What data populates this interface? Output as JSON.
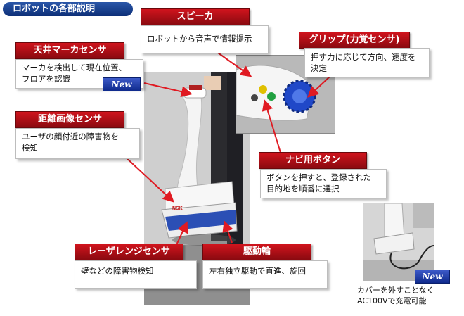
{
  "page_title": "ロボットの各部説明",
  "callouts": {
    "speaker": {
      "header": "スピーカ",
      "body": "ロボットから音声で情報提示"
    },
    "grip": {
      "header": "グリップ(力覚センサ)",
      "body_line1": "押す力に応じて方向、速度を",
      "body_line2": "決定"
    },
    "ceiling": {
      "header": "天井マーカセンサ",
      "body_line1": "マーカを検出して現在位置、",
      "body_line2": "フロアを認識",
      "badge": "New"
    },
    "distance": {
      "header": "距離画像センサ",
      "body_line1": "ユーザの顔付近の障害物を",
      "body_line2": "検知"
    },
    "navi": {
      "header": "ナビ用ボタン",
      "body_line1": "ボタンを押すと、登録された",
      "body_line2": "目的地を順番に選択"
    },
    "laser": {
      "header": "レーザレンジセンサ",
      "body": "壁などの障害物検知"
    },
    "drive": {
      "header": "駆動輪",
      "body": "左右独立駆動で直進、旋回"
    }
  },
  "charging": {
    "badge": "New",
    "caption_line1": "カバーを外すことなく",
    "caption_line2": "AC100Vで充電可能"
  },
  "robot_logo": "NSK",
  "colors": {
    "header_red": "#c0121b",
    "title_blue": "#1a3f8f",
    "badge_blue": "#1f3aa6"
  }
}
